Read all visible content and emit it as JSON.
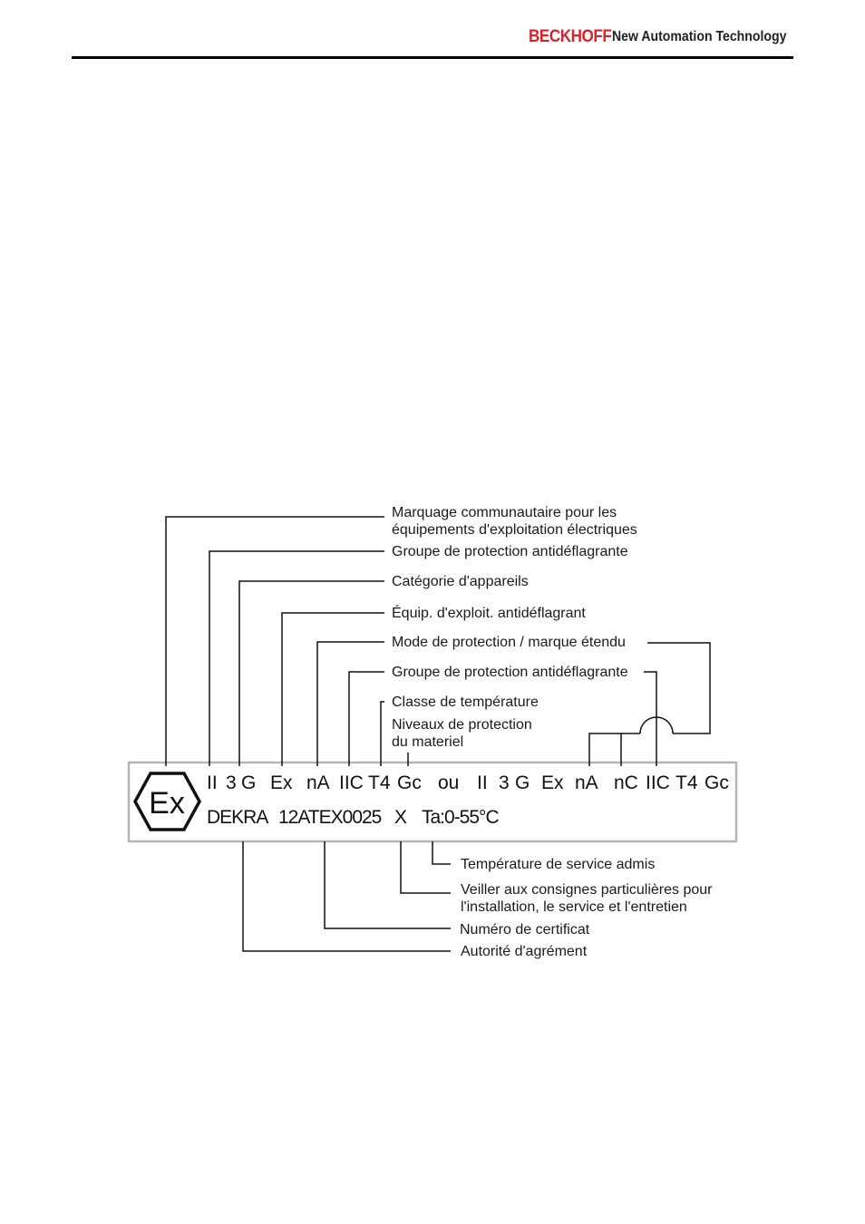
{
  "header": {
    "logo": "BECKHOFF",
    "tagline": "New Automation Technology"
  },
  "diagram": {
    "top_labels": [
      "Marquage communautaire pour les",
      "équipements d'exploitation électriques",
      "Groupe de protection antidéflagrante",
      "Catégorie d'appareils",
      "Équip. d'exploit. antidéflagrant",
      "Mode de protection / marque  étendu",
      "Groupe de protection antidéflagrante",
      "Classe de température",
      "Niveaux de protection",
      "du materiel"
    ],
    "marking_row1": [
      "II",
      "3",
      "G",
      "Ex",
      "nA",
      "IIC",
      "T4",
      "Gc",
      "ou",
      "II",
      "3",
      "G",
      "Ex",
      "nA",
      "nC",
      "IIC",
      "T4",
      "Gc"
    ],
    "marking_row2": [
      "DEKRA",
      "12ATEX0025",
      "X",
      "Ta:0-55°C"
    ],
    "ex_symbol": "Ex",
    "bottom_labels": [
      "Température de service admis",
      "Veiller aux consignes particulières pour",
      "l'installation, le service et l'entretien",
      "Numéro de certificat",
      "Autorité d'agrément"
    ]
  }
}
